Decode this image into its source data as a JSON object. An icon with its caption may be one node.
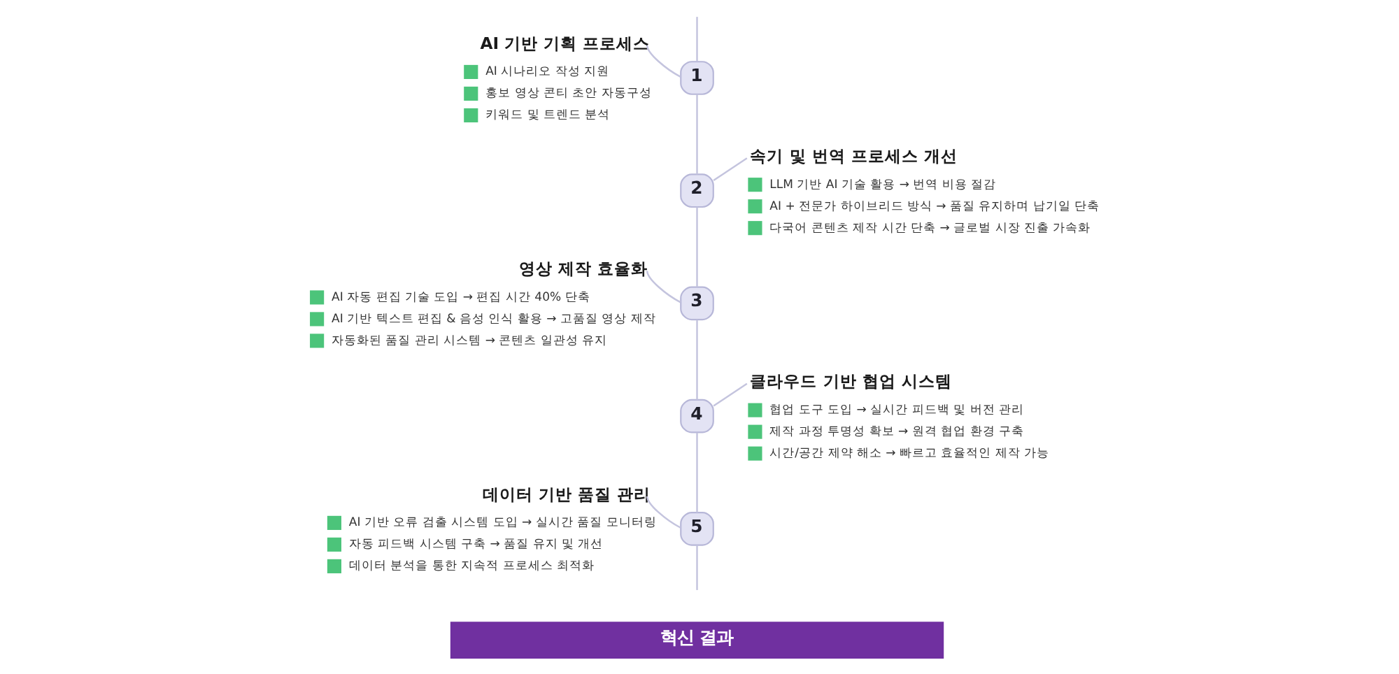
{
  "diagram": {
    "nodes": [
      {
        "text": [
          "AI 기반 기획 프로세스",
          "AI 시나리오 작성 지원",
          "홍보 영상 콘티 초안 자동구성",
          "키워드 및 트렌드 분석"
        ]
      },
      {
        "text": [
          "1"
        ]
      },
      {
        "text": [
          "2"
        ]
      },
      {
        "text": [
          "속기 및 번역 프로세스 개선",
          "LLM 기반 AI 기술 활용 → 번역 비용 절감",
          "AI + 전문가 하이브리드 방식 → 품질 유지하며 납기일 단축",
          "다국어 콘텐츠 제작 시간 단축 → 글로벌 시장 진출 가속화"
        ]
      },
      {
        "text": [
          "영상 제작 효율화",
          "AI 자동 편집 기술 도입 → 편집 시간 40% 단축",
          "AI 기반 텍스트 편집 & 음성 인식 활용 → 고품질 영상 제작",
          "자동화된 품질 관리 시스템 → 콘텐츠 일관성 유지"
        ]
      },
      {
        "text": [
          "3"
        ]
      },
      {
        "text": [
          "4"
        ]
      },
      {
        "text": [
          "클라우드 기반 협업 시스템",
          "협업 도구 도입 → 실시간 피드백 및 버전 관리",
          "제작 과정 투명성 확보 → 원격 협업 환경 구축",
          "시간/공간 제약 해소 → 빠르고 효율적인 제작 가능"
        ]
      },
      {
        "text": [
          "데이터 기반 품질 관리",
          "AI 기반 오류 검출 시스템 도입 → 실시간 품질 모니터링",
          "자동 피드백 시스템 구축 → 품질 유지 및 개선",
          "데이터 분석을 통한 지속적 프로세스 최적화"
        ]
      },
      {
        "text": [
          "5"
        ]
      },
      {
        "text": [
          "혁신 결과"
        ]
      }
    ],
    "edges": [
      {
        "from": null,
        "to": 1,
        "arrow": "none"
      },
      {
        "from": 0,
        "to": 1,
        "arrow": "none"
      },
      {
        "from": 1,
        "to": 2,
        "arrow": "none"
      },
      {
        "from": 2,
        "to": 3,
        "arrow": "none"
      },
      {
        "from": 2,
        "to": 5,
        "arrow": "none"
      },
      {
        "from": 4,
        "to": 5,
        "arrow": "none"
      },
      {
        "from": 5,
        "to": 6,
        "arrow": "none"
      },
      {
        "from": 6,
        "to": 7,
        "arrow": "none"
      },
      {
        "from": 6,
        "to": 9,
        "arrow": "none"
      },
      {
        "from": 8,
        "to": 9,
        "arrow": "none"
      },
      {
        "from": 9,
        "to": null,
        "arrow": "none"
      }
    ]
  }
}
